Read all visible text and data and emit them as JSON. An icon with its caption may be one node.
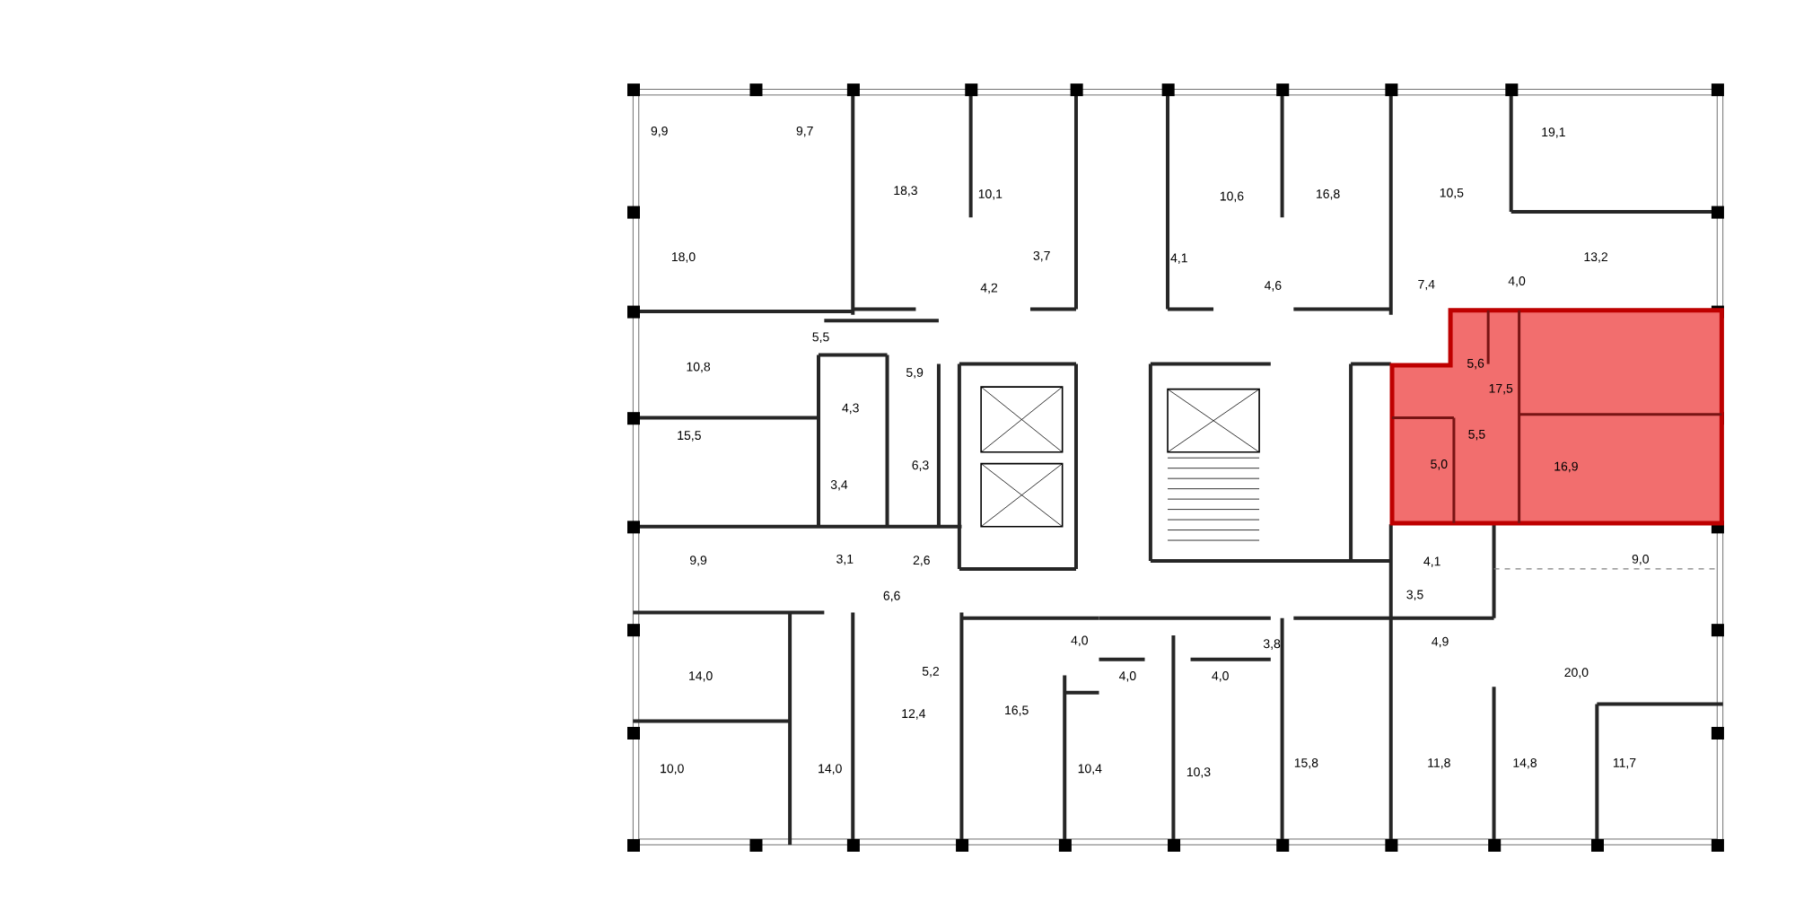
{
  "diagram": {
    "labels": [
      "9,9",
      "9,7",
      "19,1",
      "18,3",
      "10,1",
      "10,6",
      "16,8",
      "10,5",
      "18,0",
      "3,7",
      "4,1",
      "13,2",
      "4,2",
      "4,6",
      "7,4",
      "4,0",
      "5,5",
      "10,8",
      "5,9",
      "5,6",
      "17,5",
      "4,3",
      "15,5",
      "5,5",
      "6,3",
      "5,0",
      "16,9",
      "3,4",
      "9,9",
      "3,1",
      "2,6",
      "4,1",
      "9,0",
      "6,6",
      "3,5",
      "4,0",
      "3,8",
      "4,9",
      "14,0",
      "5,2",
      "4,0",
      "4,0",
      "20,0",
      "12,4",
      "16,5",
      "10,0",
      "14,0",
      "10,4",
      "10,3",
      "15,8",
      "11,8",
      "14,8",
      "11,7"
    ]
  }
}
